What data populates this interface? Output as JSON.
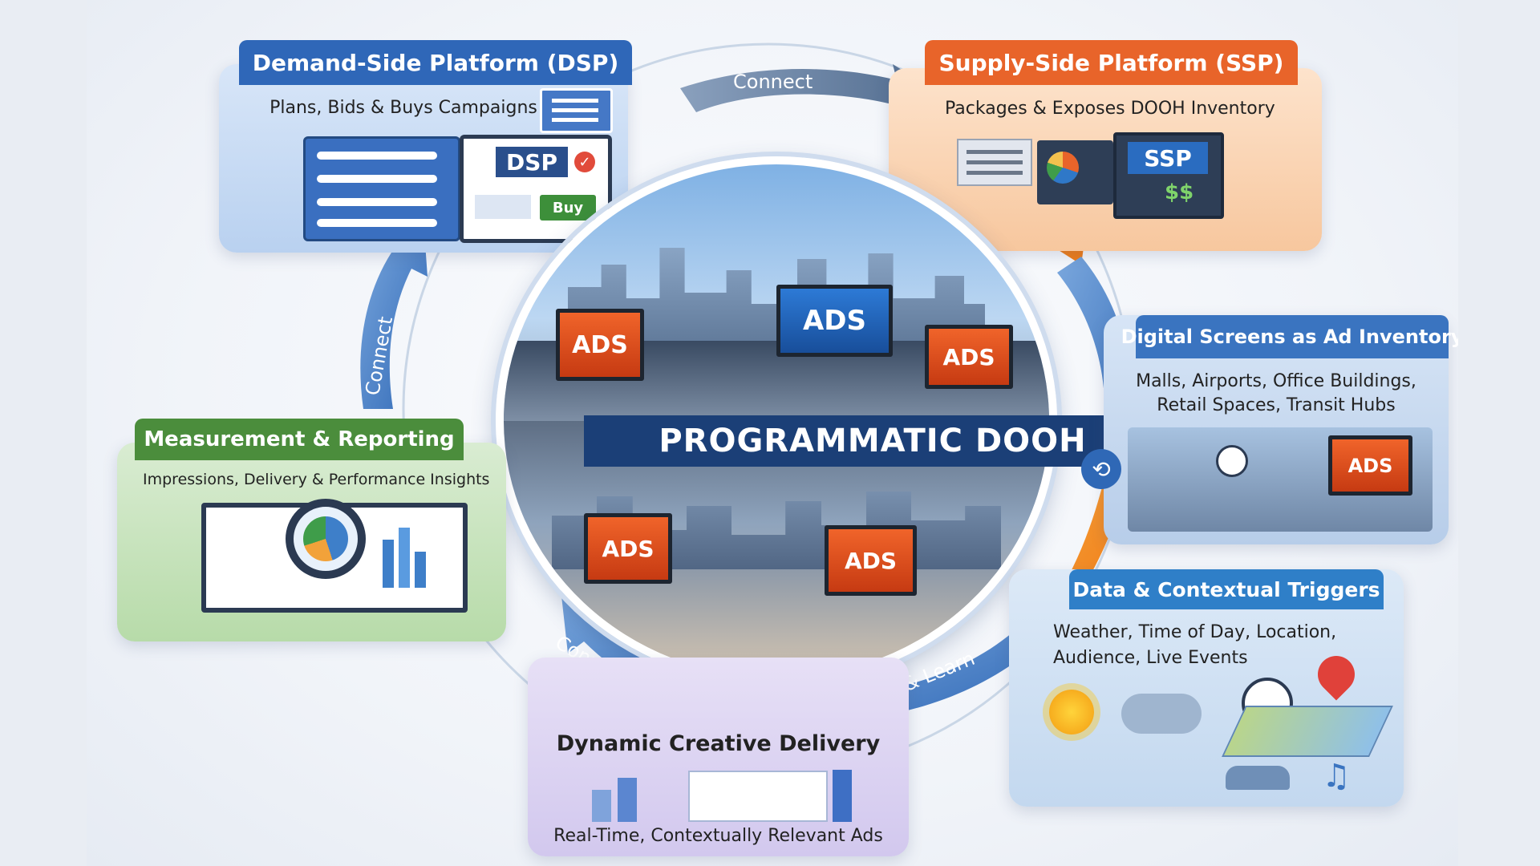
{
  "center": {
    "title": "PROGRAMMATIC DOOH",
    "ads_label": "ADS"
  },
  "dsp": {
    "title": "Demand-Side Platform (DSP)",
    "subtitle": "Plans, Bids & Buys Campaigns",
    "screen_label": "DSP",
    "buy_label": "Buy"
  },
  "ssp": {
    "title": "Supply-Side Platform (SSP)",
    "subtitle": "Packages & Exposes DOOH Inventory",
    "screen_label": "SSP",
    "money_label": "$$"
  },
  "screens": {
    "title": "Digital Screens as Ad Inventory",
    "line1": "Malls, Airports, Office Buildings,",
    "line2": "Retail Spaces, Transit Hubs",
    "ads_label": "ADS"
  },
  "triggers": {
    "title": "Data & Contextual Triggers",
    "line1": "Weather, Time of Day, Location,",
    "line2": "Audience, Live Events"
  },
  "creative": {
    "title": "Dynamic Creative Delivery",
    "subtitle": "Real-Time, Contextually Relevant Ads"
  },
  "measurement": {
    "title": "Measurement & Reporting",
    "subtitle": "Impressions, Delivery & Performance Insights"
  },
  "arrows": {
    "connect_top": "Connect",
    "connect_left": "Connect",
    "connect_bottom": "Connect",
    "optimise": "Optimise & Learn"
  },
  "colors": {
    "dsp": "#2f67b8",
    "ssp": "#e8642a",
    "screens": "#3a74c0",
    "triggers": "#2f7fc8",
    "creative": "#8f7bc7",
    "measurement": "#4b8d3c",
    "orange_arrow": "#f28a1e",
    "blue_arrow": "#3b78c4",
    "banner": "#1b3f77"
  },
  "icons": [
    "weather-sun-icon",
    "rain-cloud-icon",
    "clock-icon",
    "map-pin-icon",
    "audience-icon",
    "music-note-icon",
    "magnifier-icon",
    "pie-chart-icon",
    "sync-icon"
  ]
}
